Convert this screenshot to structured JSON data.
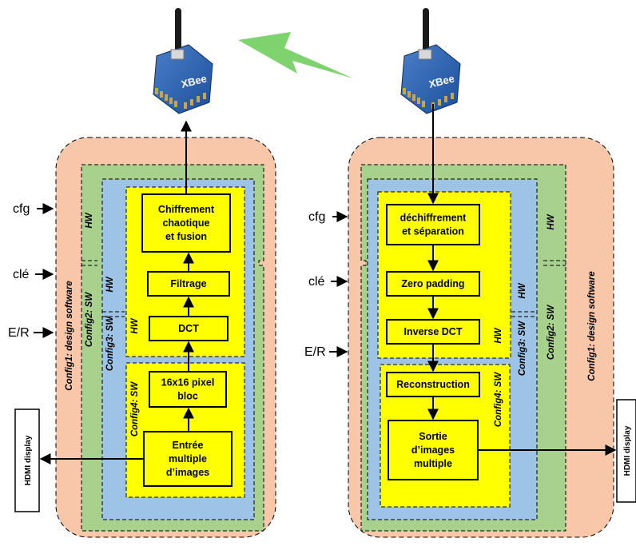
{
  "colors": {
    "outer": "#f8c6a8",
    "green": "#a9d18e",
    "blue": "#9dc3e6",
    "yellow": "#ffff00",
    "accent": "#7ed36f"
  },
  "icons": {
    "antenna": "xbee-module-icon",
    "wireless": "lightning-link-icon"
  },
  "left": {
    "ports": {
      "cfg": "cfg",
      "cle": "clé",
      "er": "E/R"
    },
    "labels": {
      "config1": "Config1: design software",
      "config2": "Config2: SW",
      "config3": "Config3: SW",
      "config4": "Config4: SW",
      "hw_green": "HW",
      "hw_blue": "HW",
      "hw_yellow": "HW"
    },
    "blocks": {
      "chiffrement": [
        "Chiffrement",
        "chaotique",
        "et fusion"
      ],
      "filtrage": [
        "Filtrage"
      ],
      "dct": [
        "DCT"
      ],
      "bloc": [
        "16x16 pixel",
        "bloc"
      ],
      "entree": [
        "Entrée",
        "multiple",
        "d’images"
      ]
    },
    "hdmi": "HDMI display"
  },
  "right": {
    "ports": {
      "cfg": "cfg",
      "cle": "clé",
      "er": "E/R"
    },
    "labels": {
      "config1": "Config1: design software",
      "config2": "Config2: SW",
      "config3": "Config3: SW",
      "config4": "Config4: SW",
      "hw_green": "HW",
      "hw_blue": "HW",
      "hw_yellow": "HW"
    },
    "blocks": {
      "dechiffrement": [
        "déchiffrement",
        "et séparation"
      ],
      "zero": [
        "Zero padding"
      ],
      "idct": [
        "Inverse DCT"
      ],
      "reconstruction": [
        "Reconstruction"
      ],
      "sortie": [
        "Sortie",
        "d’images",
        "multiple"
      ]
    },
    "hdmi": "HDMI display"
  }
}
